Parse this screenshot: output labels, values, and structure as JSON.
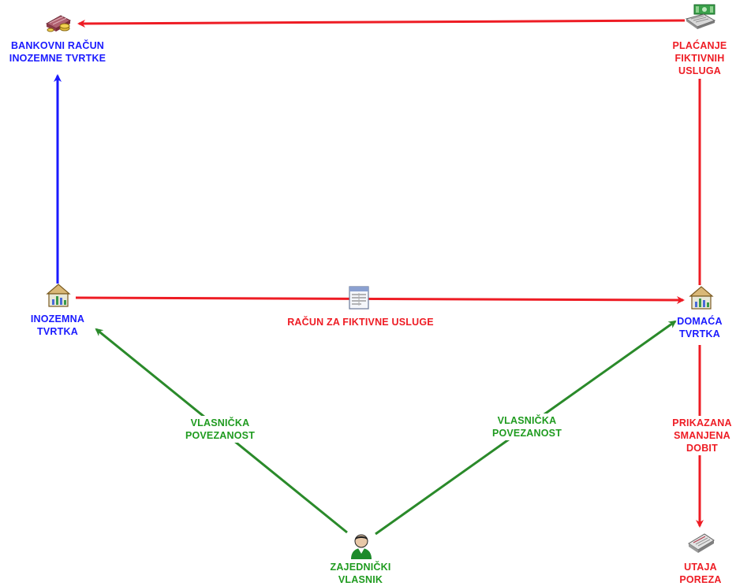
{
  "colors": {
    "blue": "#1a1aff",
    "red": "#ee1c24",
    "green": "#2a8a2a"
  },
  "nodes": {
    "bank_account": {
      "label": "BANKOVNI RAČUN\nINOZEMNE TVRTKE",
      "icon": "bank-account-icon"
    },
    "fictitious_payment": {
      "label": "PLAĆANJE\nFIKTIVNIH\nUSLUGA",
      "icon": "money-payment-icon"
    },
    "foreign_company": {
      "label": "INOZEMNA\nTVRTKA",
      "icon": "company-building-icon"
    },
    "invoice": {
      "label": "RAČUN ZA FIKTIVNE USLUGE",
      "icon": "invoice-document-icon"
    },
    "domestic_company": {
      "label": "DOMAĆA\nTVRTKA",
      "icon": "company-building-icon"
    },
    "common_owner": {
      "label": "ZAJEDNIČKI\nVLASNIK",
      "icon": "person-icon"
    },
    "tax_evasion": {
      "label": "UTAJA\nPOREZA",
      "icon": "tax-document-icon"
    }
  },
  "edges": {
    "ownership_left": {
      "label": "VLASNIČKA\nPOVEZANOST"
    },
    "ownership_right": {
      "label": "VLASNIČKA\nPOVEZANOST"
    },
    "reduced_profit": {
      "label": "PRIKAZANA\nSMANJENA\nDOBIT"
    }
  }
}
